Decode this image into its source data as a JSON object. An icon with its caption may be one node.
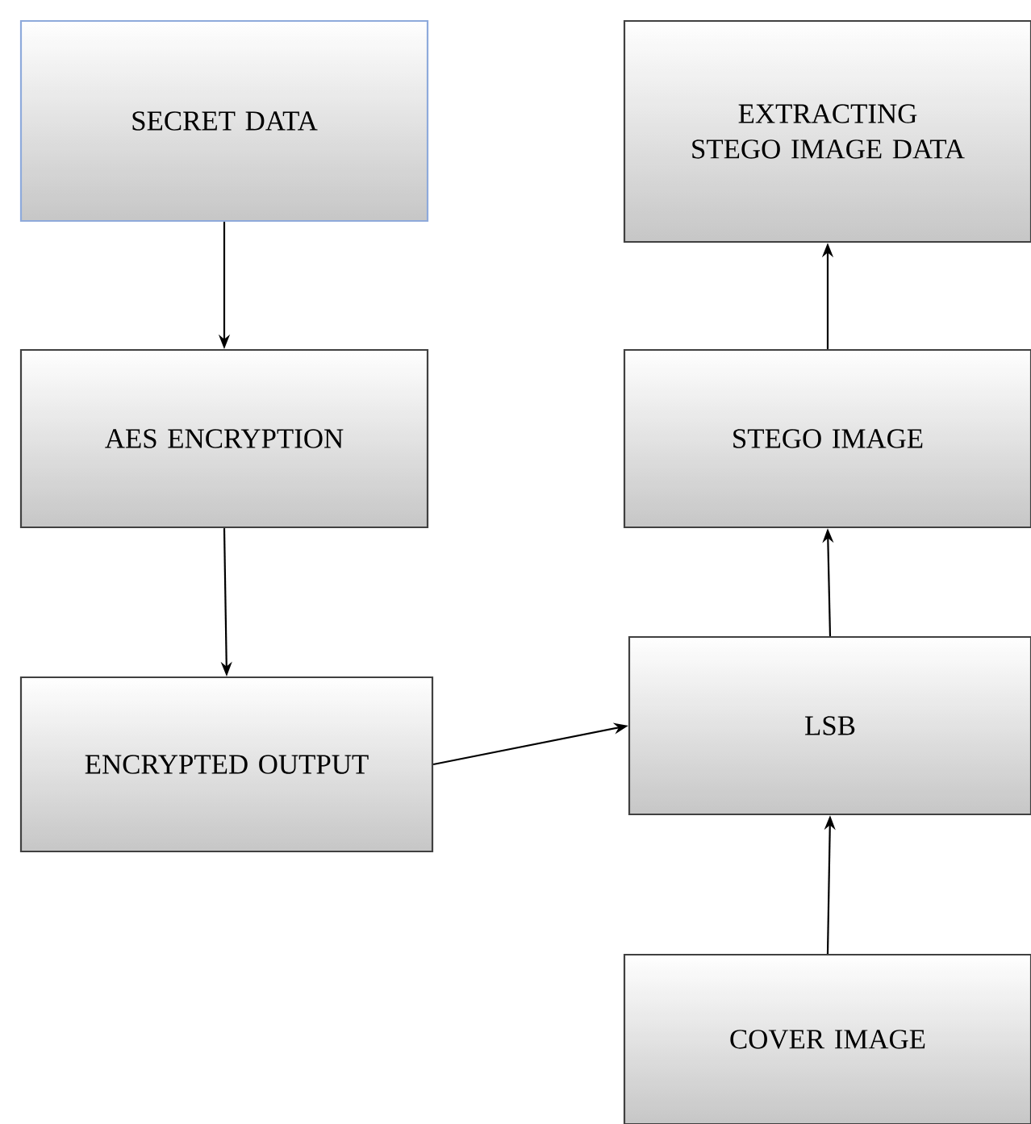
{
  "diagram": {
    "nodes": [
      {
        "text": [
          "SECRET DATA"
        ]
      },
      {
        "text": [
          "AES ENCRYPTION"
        ]
      },
      {
        "text": [
          "ENCRYPTED OUTPUT"
        ]
      },
      {
        "text": [
          "EXTRACTING STEGO IMAGE DATA"
        ]
      },
      {
        "text": [
          "STEGO IMAGE"
        ]
      },
      {
        "text": [
          "LSB"
        ]
      },
      {
        "text": [
          "COVER IMAGE"
        ]
      }
    ],
    "edges": [
      {
        "from": 0,
        "to": 1,
        "arrow": "to"
      },
      {
        "from": 1,
        "to": 2,
        "arrow": "to"
      },
      {
        "from": 2,
        "to": 5,
        "arrow": "to"
      },
      {
        "from": 5,
        "to": 4,
        "arrow": "to"
      },
      {
        "from": 4,
        "to": 3,
        "arrow": "to"
      },
      {
        "from": 6,
        "to": 5,
        "arrow": "to"
      }
    ]
  }
}
